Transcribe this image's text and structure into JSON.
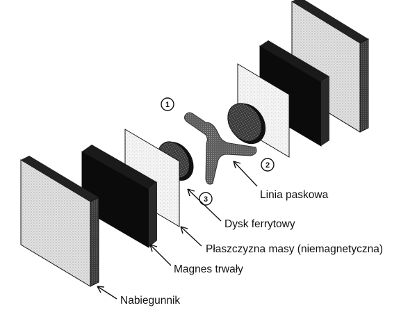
{
  "labels": {
    "strip_line": "Linia paskowa",
    "ferrite_disk": "Dysk ferrytowy",
    "ground_plane": "Płaszczyzna masy (niemagnetyczna)",
    "permanent_magnet": "Magnes trwały",
    "pole_piece": "Nabiegunnik"
  },
  "ports": [
    "1",
    "2",
    "3"
  ],
  "colors": {
    "ink": "#111111",
    "stipple_light": "#d9d9d9",
    "stipple_dark": "#9a9a9a",
    "magnet": "#0b0b0b",
    "ferrite": "#222222",
    "strip": "#6a6a6a"
  }
}
